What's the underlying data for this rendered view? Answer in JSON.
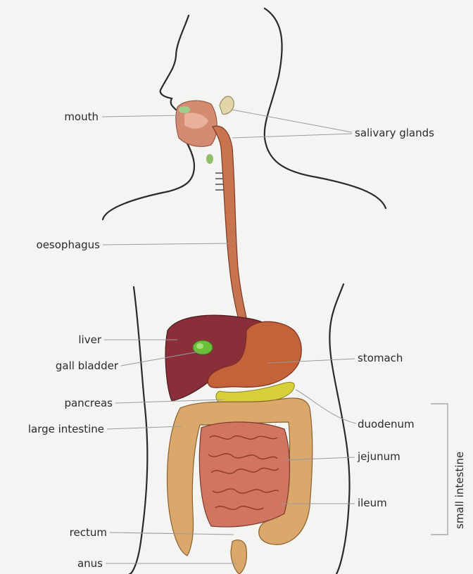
{
  "labels": {
    "mouth": "mouth",
    "salivary_glands": "salivary glands",
    "oesophagus": "oesophagus",
    "liver": "liver",
    "gall_bladder": "gall bladder",
    "stomach": "stomach",
    "pancreas": "pancreas",
    "large_intestine": "large intestine",
    "duodenum": "duodenum",
    "jejunum": "jejunum",
    "ileum": "ileum",
    "small_intestine": "small intestine",
    "rectum": "rectum",
    "anus": "anus"
  },
  "colors": {
    "outline": "#2a2a2a",
    "liver": "#8a2f3a",
    "gall_bladder": "#6cbf3a",
    "stomach": "#c4623a",
    "oesophagus": "#c8744e",
    "pancreas": "#d8d03a",
    "large_intestine": "#d9a86a",
    "small_intestine": "#d27560",
    "leader_line": "#9a9a9a"
  }
}
